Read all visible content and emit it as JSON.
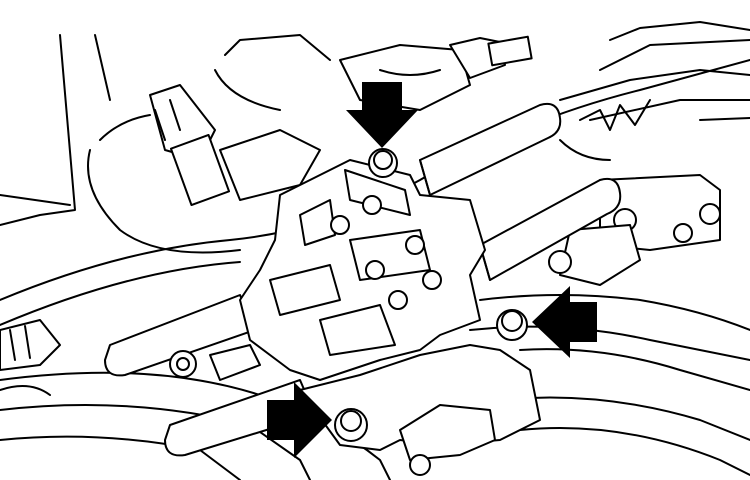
{
  "figure": {
    "has_text": false,
    "line_color": "#000000",
    "background_color": "#ffffff",
    "arrow_color": "#000000"
  },
  "components": [
    "ignition-coil-pack",
    "bolt-top",
    "bolt-right",
    "bolt-bottom-left",
    "arrow-top",
    "arrow-right",
    "arrow-bottom-left",
    "connector-left",
    "connector-top",
    "spark-plug-leads",
    "intake-manifold",
    "bracket-right"
  ]
}
